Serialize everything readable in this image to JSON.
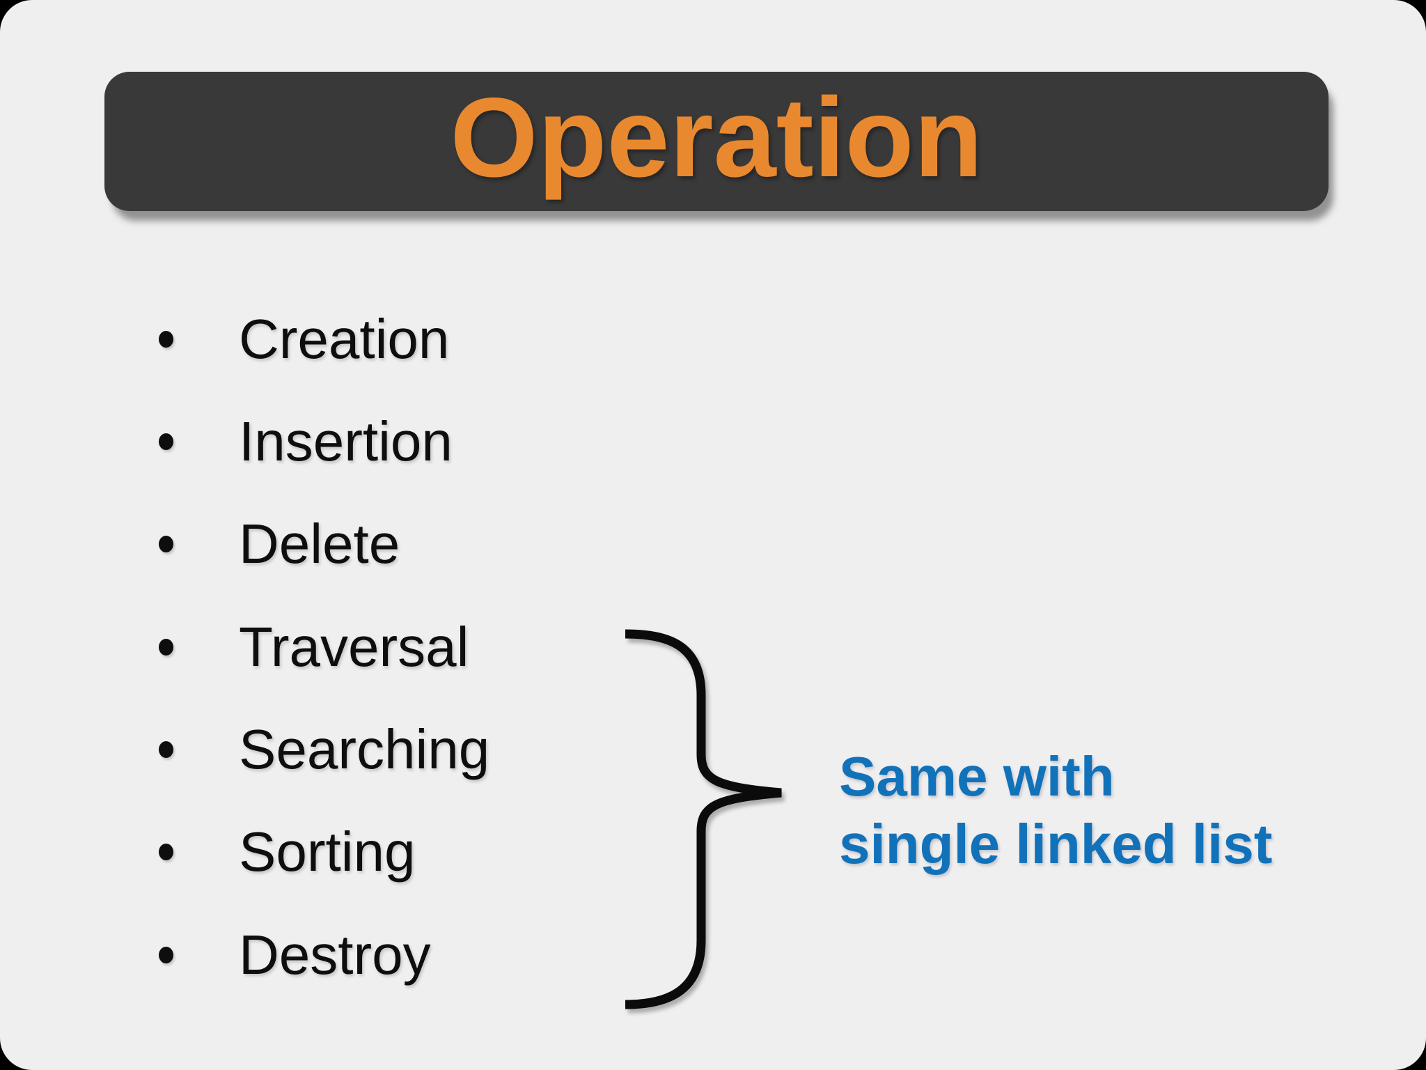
{
  "slide": {
    "title": "Operation",
    "bullets": [
      "Creation",
      "Insertion",
      "Delete",
      "Traversal",
      "Searching",
      "Sorting",
      "Destroy"
    ],
    "annotation": {
      "line1": "Same with",
      "line2": "single linked list"
    },
    "colors": {
      "outside_background": "#000000",
      "slide_background": "#F0EFF0",
      "title_bar": "#3A3939",
      "title_text": "#E8892F",
      "body_text": "#0E0E0E",
      "annotation_text": "#1272B9"
    }
  }
}
